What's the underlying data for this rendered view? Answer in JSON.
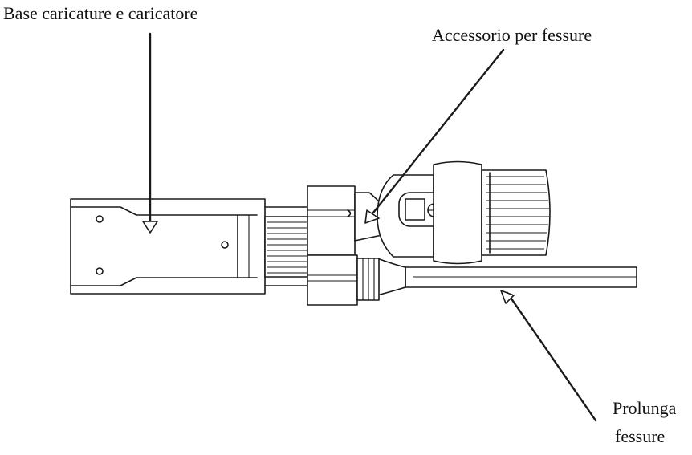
{
  "labels": {
    "base": "Base caricature e caricatore",
    "accessory": "Accessorio per fessure",
    "extension_line1": "Prolunga",
    "extension_line2": "fessure"
  },
  "colors": {
    "ink": "#1a1a1a",
    "background": "#ffffff"
  }
}
